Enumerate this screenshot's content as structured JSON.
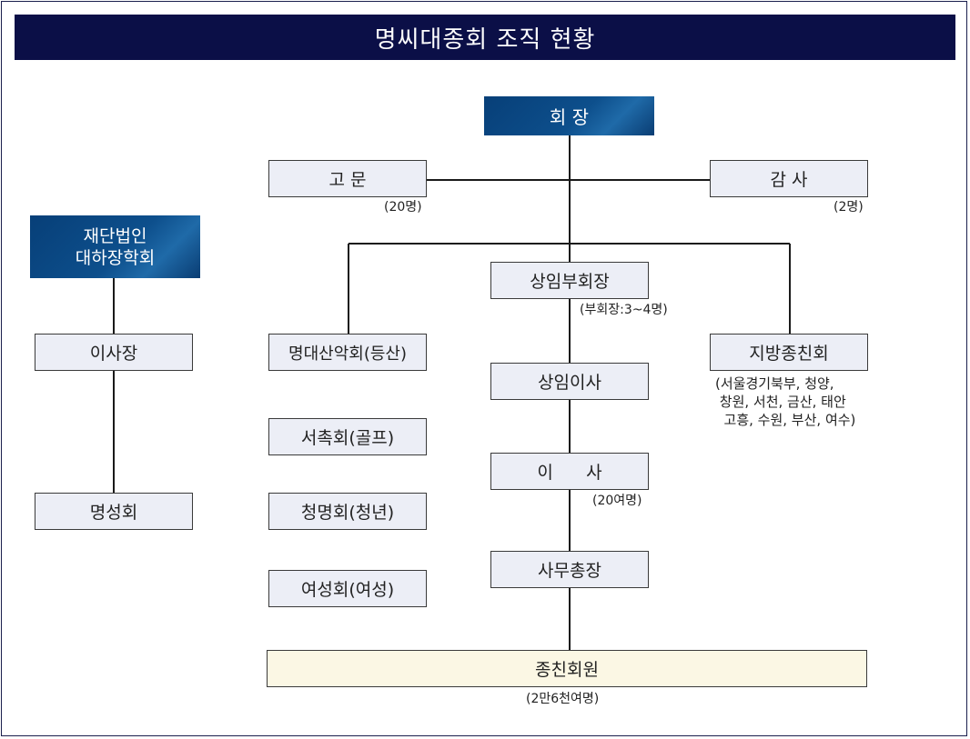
{
  "title": "명씨대종회 조직 현황",
  "boxes": {
    "president": "회  장",
    "advisor": "고  문",
    "auditor": "감  사",
    "foundation": "재단법인\n대하장학회",
    "chairman": "이사장",
    "myeongseong": "명성회",
    "executive_vp": "상임부회장",
    "hiking": "명대산악회(등산)",
    "regional": "지방종친회",
    "standing_director": "상임이사",
    "golf": "서촉회(골프)",
    "directors": "이      사",
    "youth": "청명회(청년)",
    "secretary_general": "사무총장",
    "women": "여성회(여성)",
    "members": "종친회원"
  },
  "notes": {
    "advisor_count": "(20명)",
    "auditor_count": "(2명)",
    "vp_count": "(부회장:3~4명)",
    "regional_list": "(서울경기북부, 청양,\n 창원, 서천, 금산, 태안\n  고흥, 수원, 부산, 여수)",
    "directors_count": "(20여명)",
    "members_count": "(2만6천여명)"
  }
}
